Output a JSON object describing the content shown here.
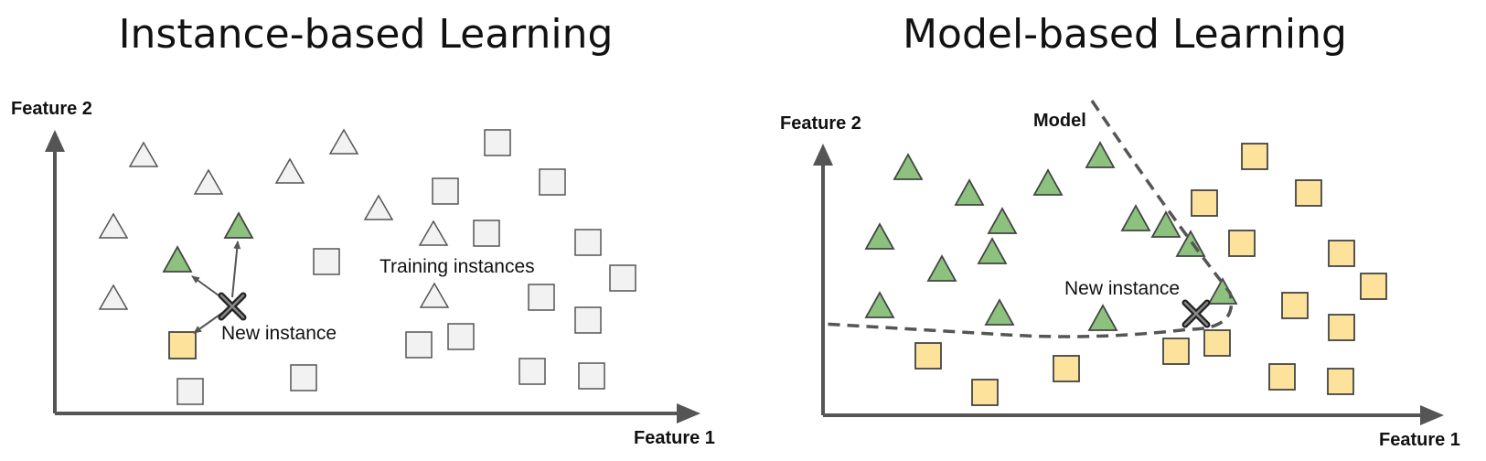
{
  "left_panel": {
    "title": "Instance-based Learning",
    "y_axis_label": "Feature 2",
    "x_axis_label": "Feature 1",
    "annotation_training": "Training instances",
    "annotation_new": "New instance"
  },
  "right_panel": {
    "title": "Model-based Learning",
    "y_axis_label": "Feature 2",
    "x_axis_label": "Feature 1",
    "model_label": "Model",
    "annotation_new": "New instance"
  },
  "colors": {
    "axis": "#555555",
    "triangle_green": "#8cc17e",
    "square_yellow": "#fde29b",
    "neutral_fill": "#f2f2f2",
    "outline": "#444444",
    "boundary": "#555555"
  }
}
